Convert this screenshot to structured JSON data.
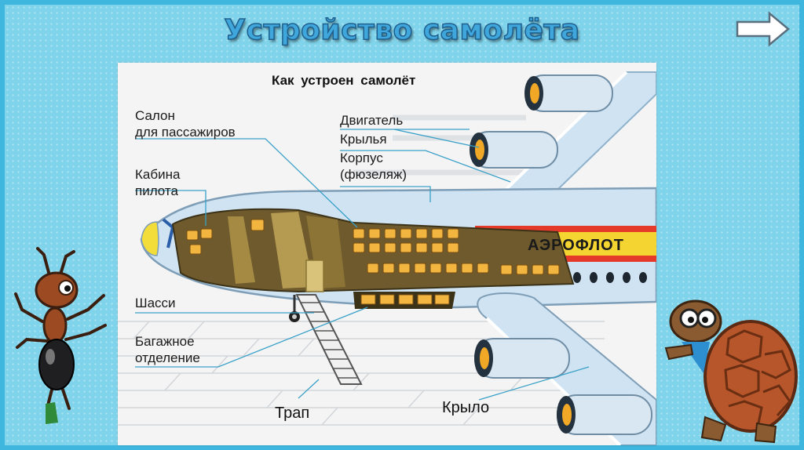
{
  "slide": {
    "title": "Устройство самолёта",
    "next_icon": "arrow-right-icon"
  },
  "diagram": {
    "heading": "Как устроен самолёт",
    "brand": "АЭРОФЛОТ",
    "labels": {
      "salon_line1": "Салон",
      "salon_line2": "для пассажиров",
      "cabin_line1": "Кабина",
      "cabin_line2": "пилота",
      "engine": "Двигатель",
      "wings": "Крылья",
      "body_line1": "Корпус",
      "body_line2": "(фюзеляж)",
      "gear": "Шасси",
      "baggage_line1": "Багажное",
      "baggage_line2": "отделение",
      "ramp": "Трап",
      "wing": "Крыло"
    }
  },
  "decorations": {
    "left_character": "ant-character",
    "right_character": "turtle-character"
  },
  "colors": {
    "background": "#7fd3ea",
    "border": "#3fb6dd",
    "title": "#3fa7dc",
    "fuselage": "#cfe3f2",
    "stripe_red": "#e53a2a",
    "stripe_yellow": "#f3d431"
  }
}
